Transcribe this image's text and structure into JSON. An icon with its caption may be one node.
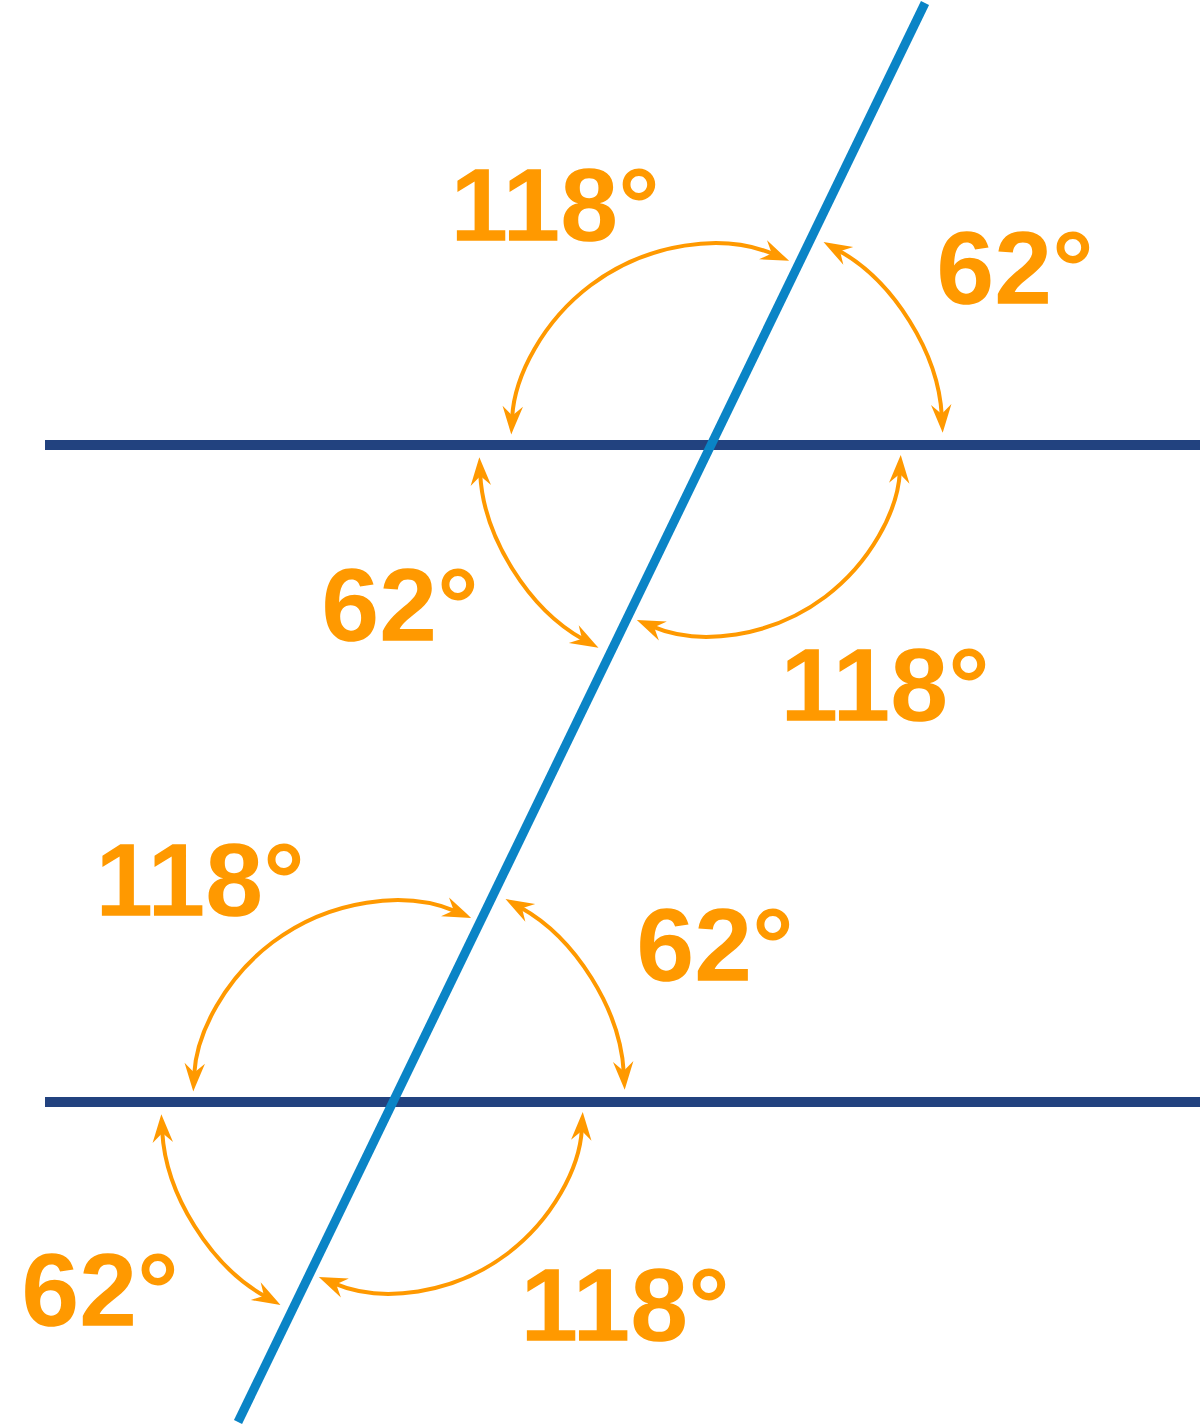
{
  "diagram": {
    "labels": [
      "118°",
      "62°",
      "62°",
      "118°",
      "118°",
      "62°",
      "62°",
      "118°"
    ]
  }
}
